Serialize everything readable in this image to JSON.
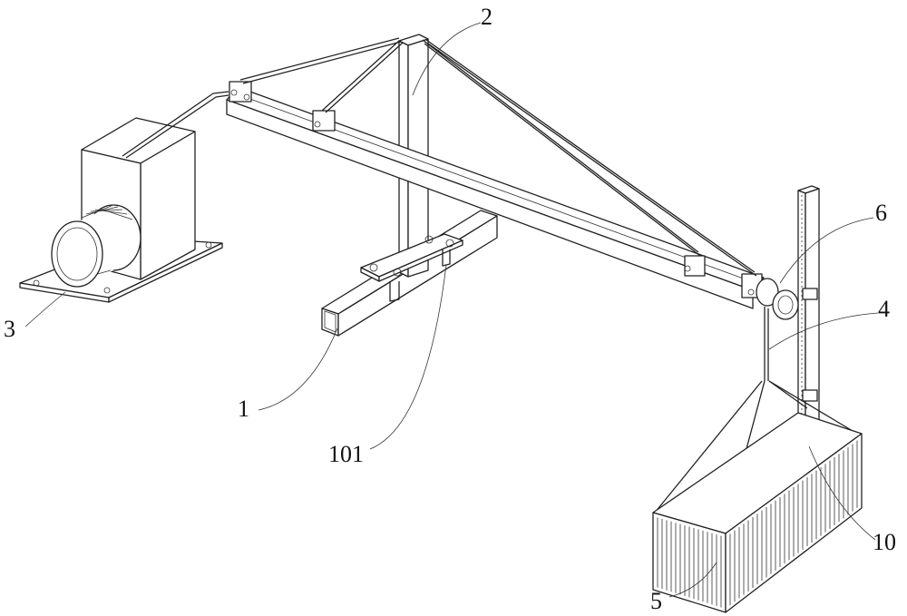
{
  "diagram": {
    "labels": {
      "column": "2",
      "winch": "6",
      "rope": "4",
      "motor": "3",
      "base_beam": "1",
      "mount_plate": "101",
      "rack": "10",
      "basket": "5"
    }
  }
}
